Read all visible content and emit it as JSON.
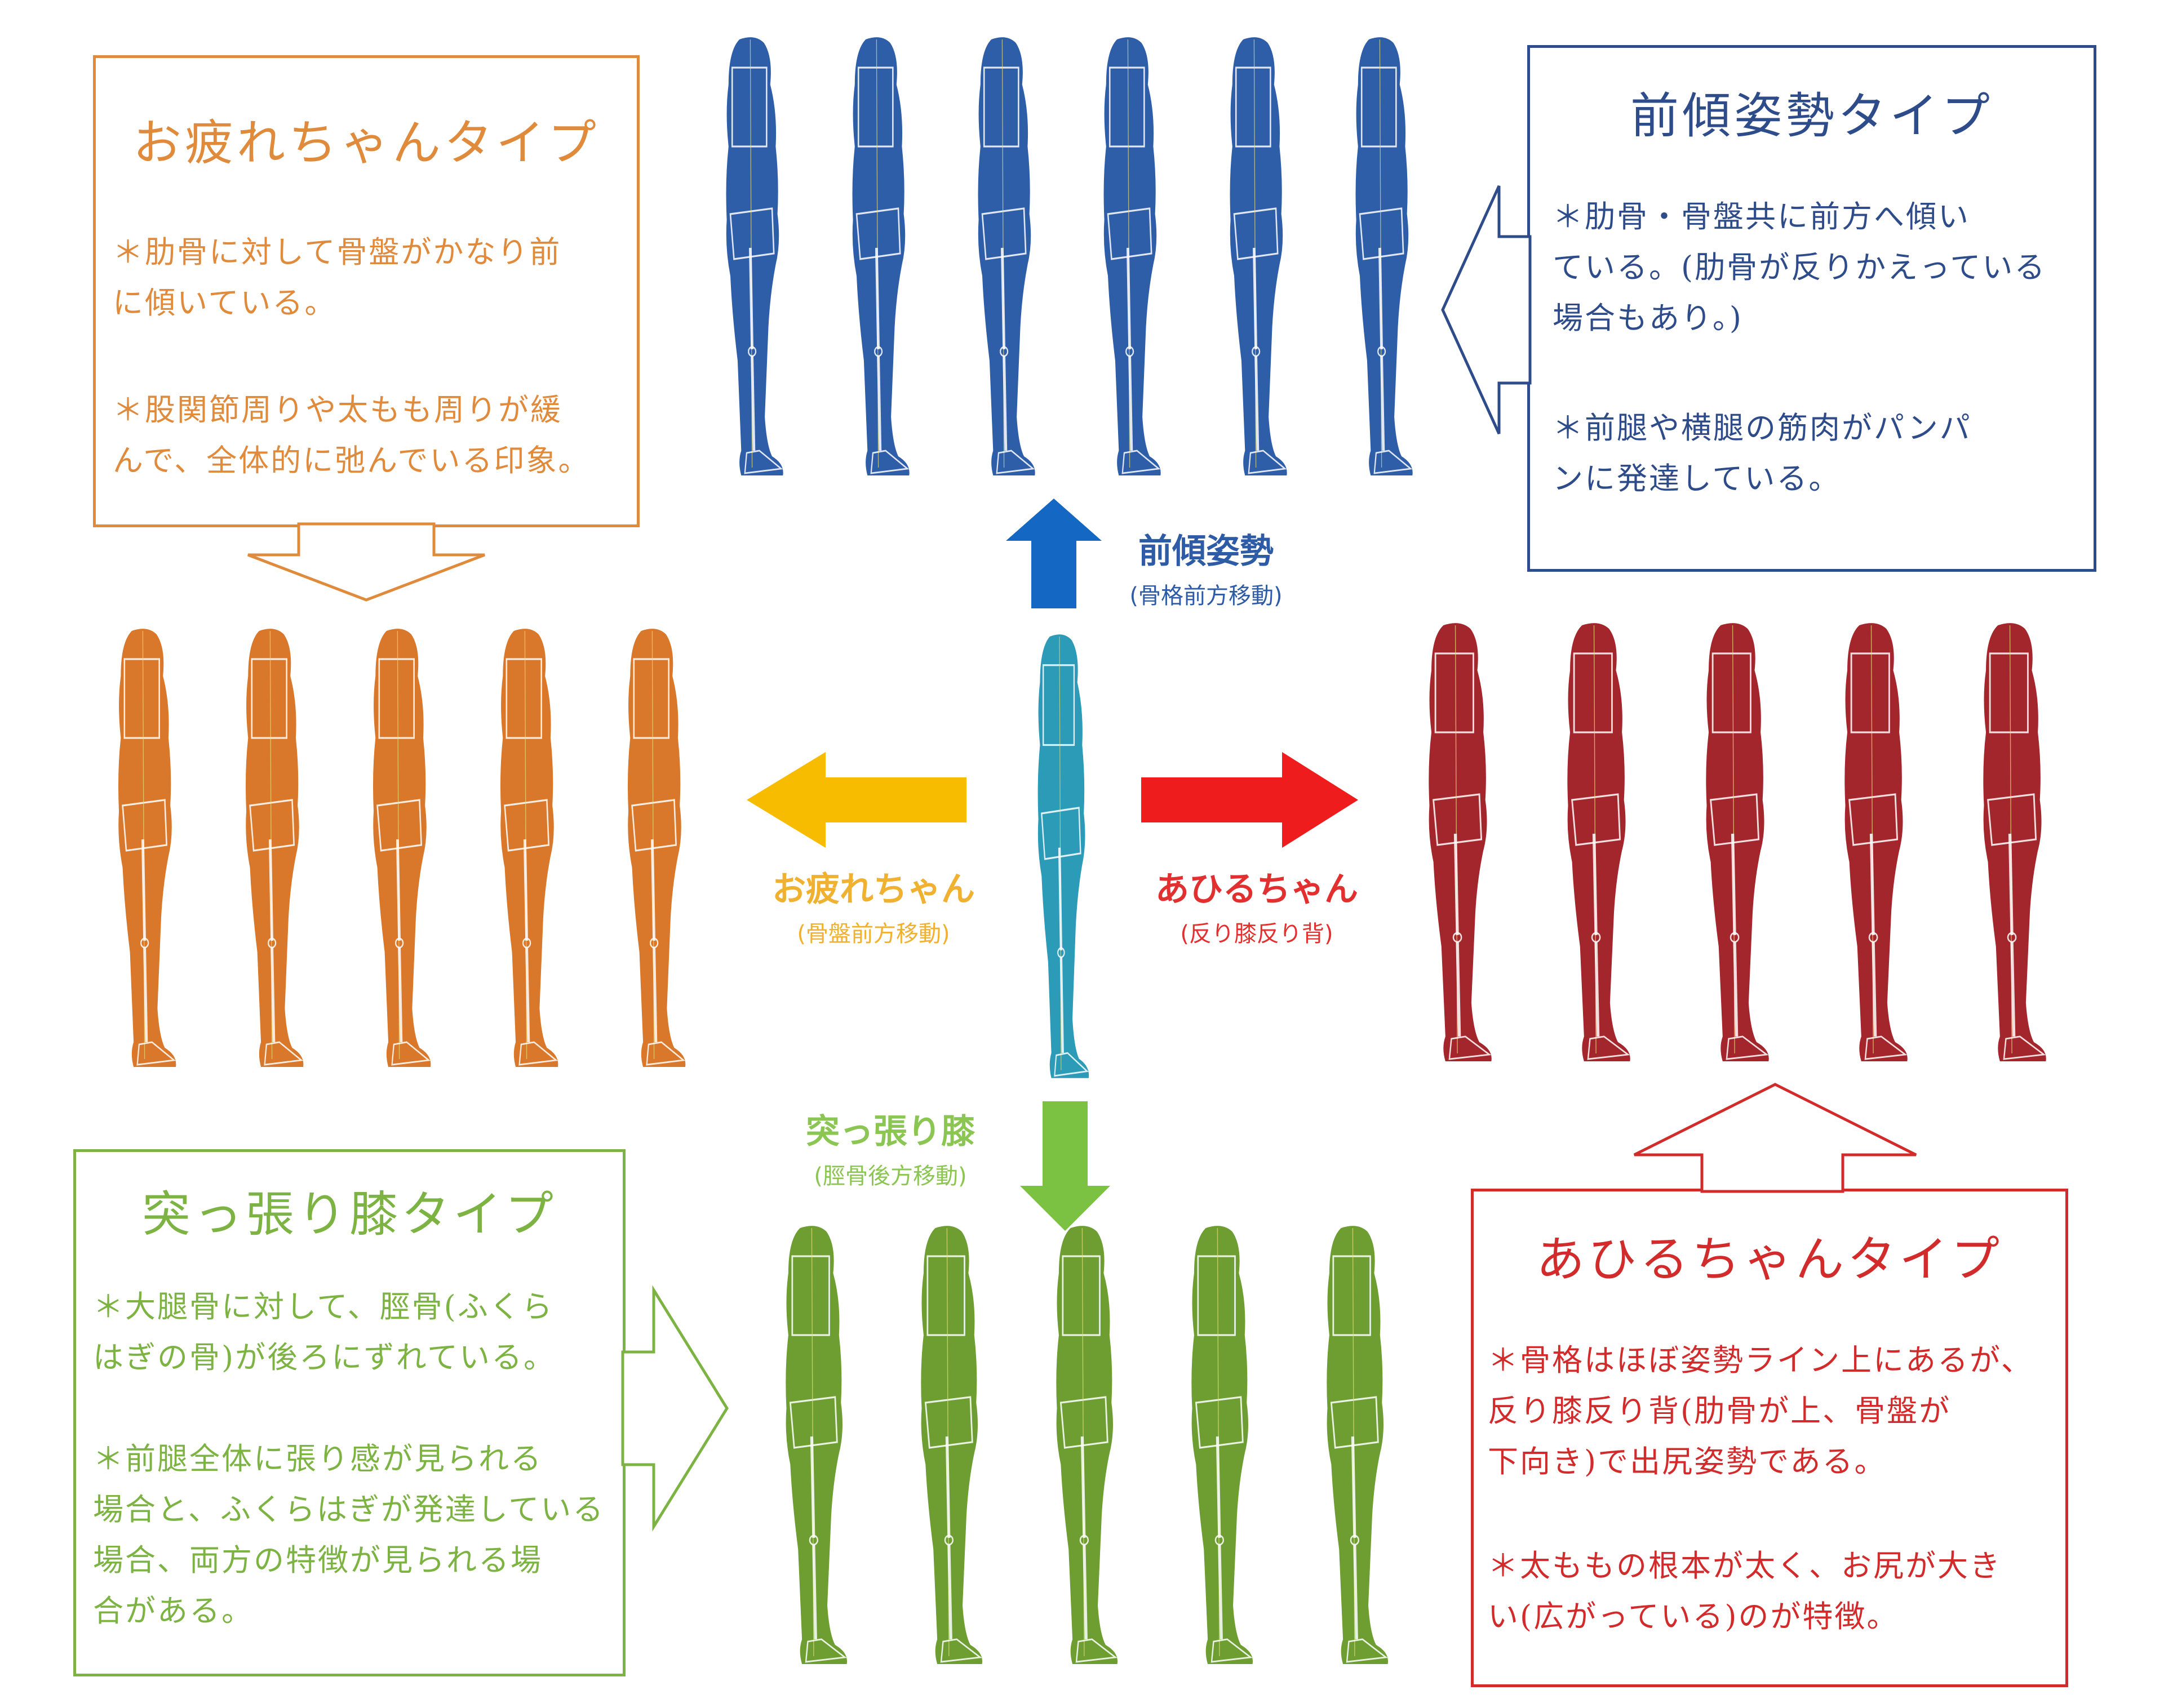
{
  "colors": {
    "tired": "#E08A3C",
    "tired_fill": "#D9782A",
    "forward": "#2E4B8A",
    "forward_fill": "#2F5EA8",
    "duck": "#D22B2B",
    "duck_fill": "#A3262C",
    "knee": "#7CB342",
    "knee_fill": "#6E9E32",
    "center_fill": "#2B9BB8",
    "arrow_up": "#1468C4",
    "arrow_left": "#F7BC00",
    "arrow_right": "#EE1C1C",
    "arrow_down": "#7CC242"
  },
  "boxes": {
    "tired": {
      "title": "お疲れちゃんタイプ",
      "bullet1": "＊肋骨に対して骨盤がかなり前\nに傾いている。",
      "bullet2": "＊股関節周りや太もも周りが緩\nんで、全体的に弛んでいる印象。"
    },
    "forward": {
      "title": "前傾姿勢タイプ",
      "bullet1": "＊肋骨・骨盤共に前方へ傾い\nている。(肋骨が反りかえっている\n場合もあり。)",
      "bullet2": "＊前腿や横腿の筋肉がパンパ\nンに発達している。"
    },
    "knee": {
      "title": "突っ張り膝タイプ",
      "bullet1": "＊大腿骨に対して、脛骨(ふくら\nはぎの骨)が後ろにずれている。",
      "bullet2": "＊前腿全体に張り感が見られる\n場合と、ふくらはぎが発達している\n場合、両方の特徴が見られる場\n合がある。"
    },
    "duck": {
      "title": "あひるちゃんタイプ",
      "bullet1": "＊骨格はほぼ姿勢ライン上にあるが、\n反り膝反り背(肋骨が上、骨盤が\n下向き)で出尻姿勢である。",
      "bullet2": "＊太ももの根本が太く、お尻が大き\nい(広がっている)のが特徴。"
    }
  },
  "arrows": {
    "up": {
      "label": "前傾姿勢",
      "sub": "(骨格前方移動)"
    },
    "left": {
      "label": "お疲れちゃん",
      "sub": "(骨盤前方移動)"
    },
    "right": {
      "label": "あひるちゃん",
      "sub": "(反り膝反り背)"
    },
    "down": {
      "label": "突っ張り膝",
      "sub": "(脛骨後方移動)"
    }
  }
}
